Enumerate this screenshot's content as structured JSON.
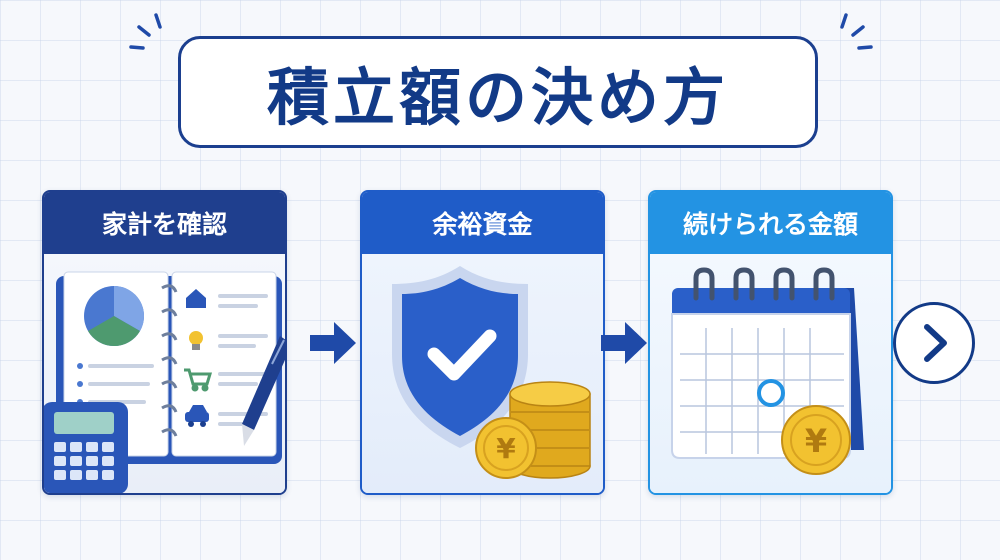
{
  "title": "積立額の決め方",
  "steps": [
    {
      "label": "家計を確認",
      "illustration": "household-budget-notebook-calculator-pen"
    },
    {
      "label": "余裕資金",
      "illustration": "shield-check-with-yen-coins"
    },
    {
      "label": "続けられる金額",
      "illustration": "calendar-with-yen-coin"
    }
  ],
  "icons": {
    "step_arrow": "arrow-right-icon",
    "next": "chevron-right-icon",
    "coin_symbol": "¥"
  },
  "colors": {
    "title_border": "#1b3f8f",
    "title_text": "#123a87",
    "step1_header": "#1f3f8e",
    "step2_header": "#1f5cc8",
    "step3_header": "#2393e3",
    "coin": "#f2c230",
    "arrow": "#1f4aa8"
  }
}
